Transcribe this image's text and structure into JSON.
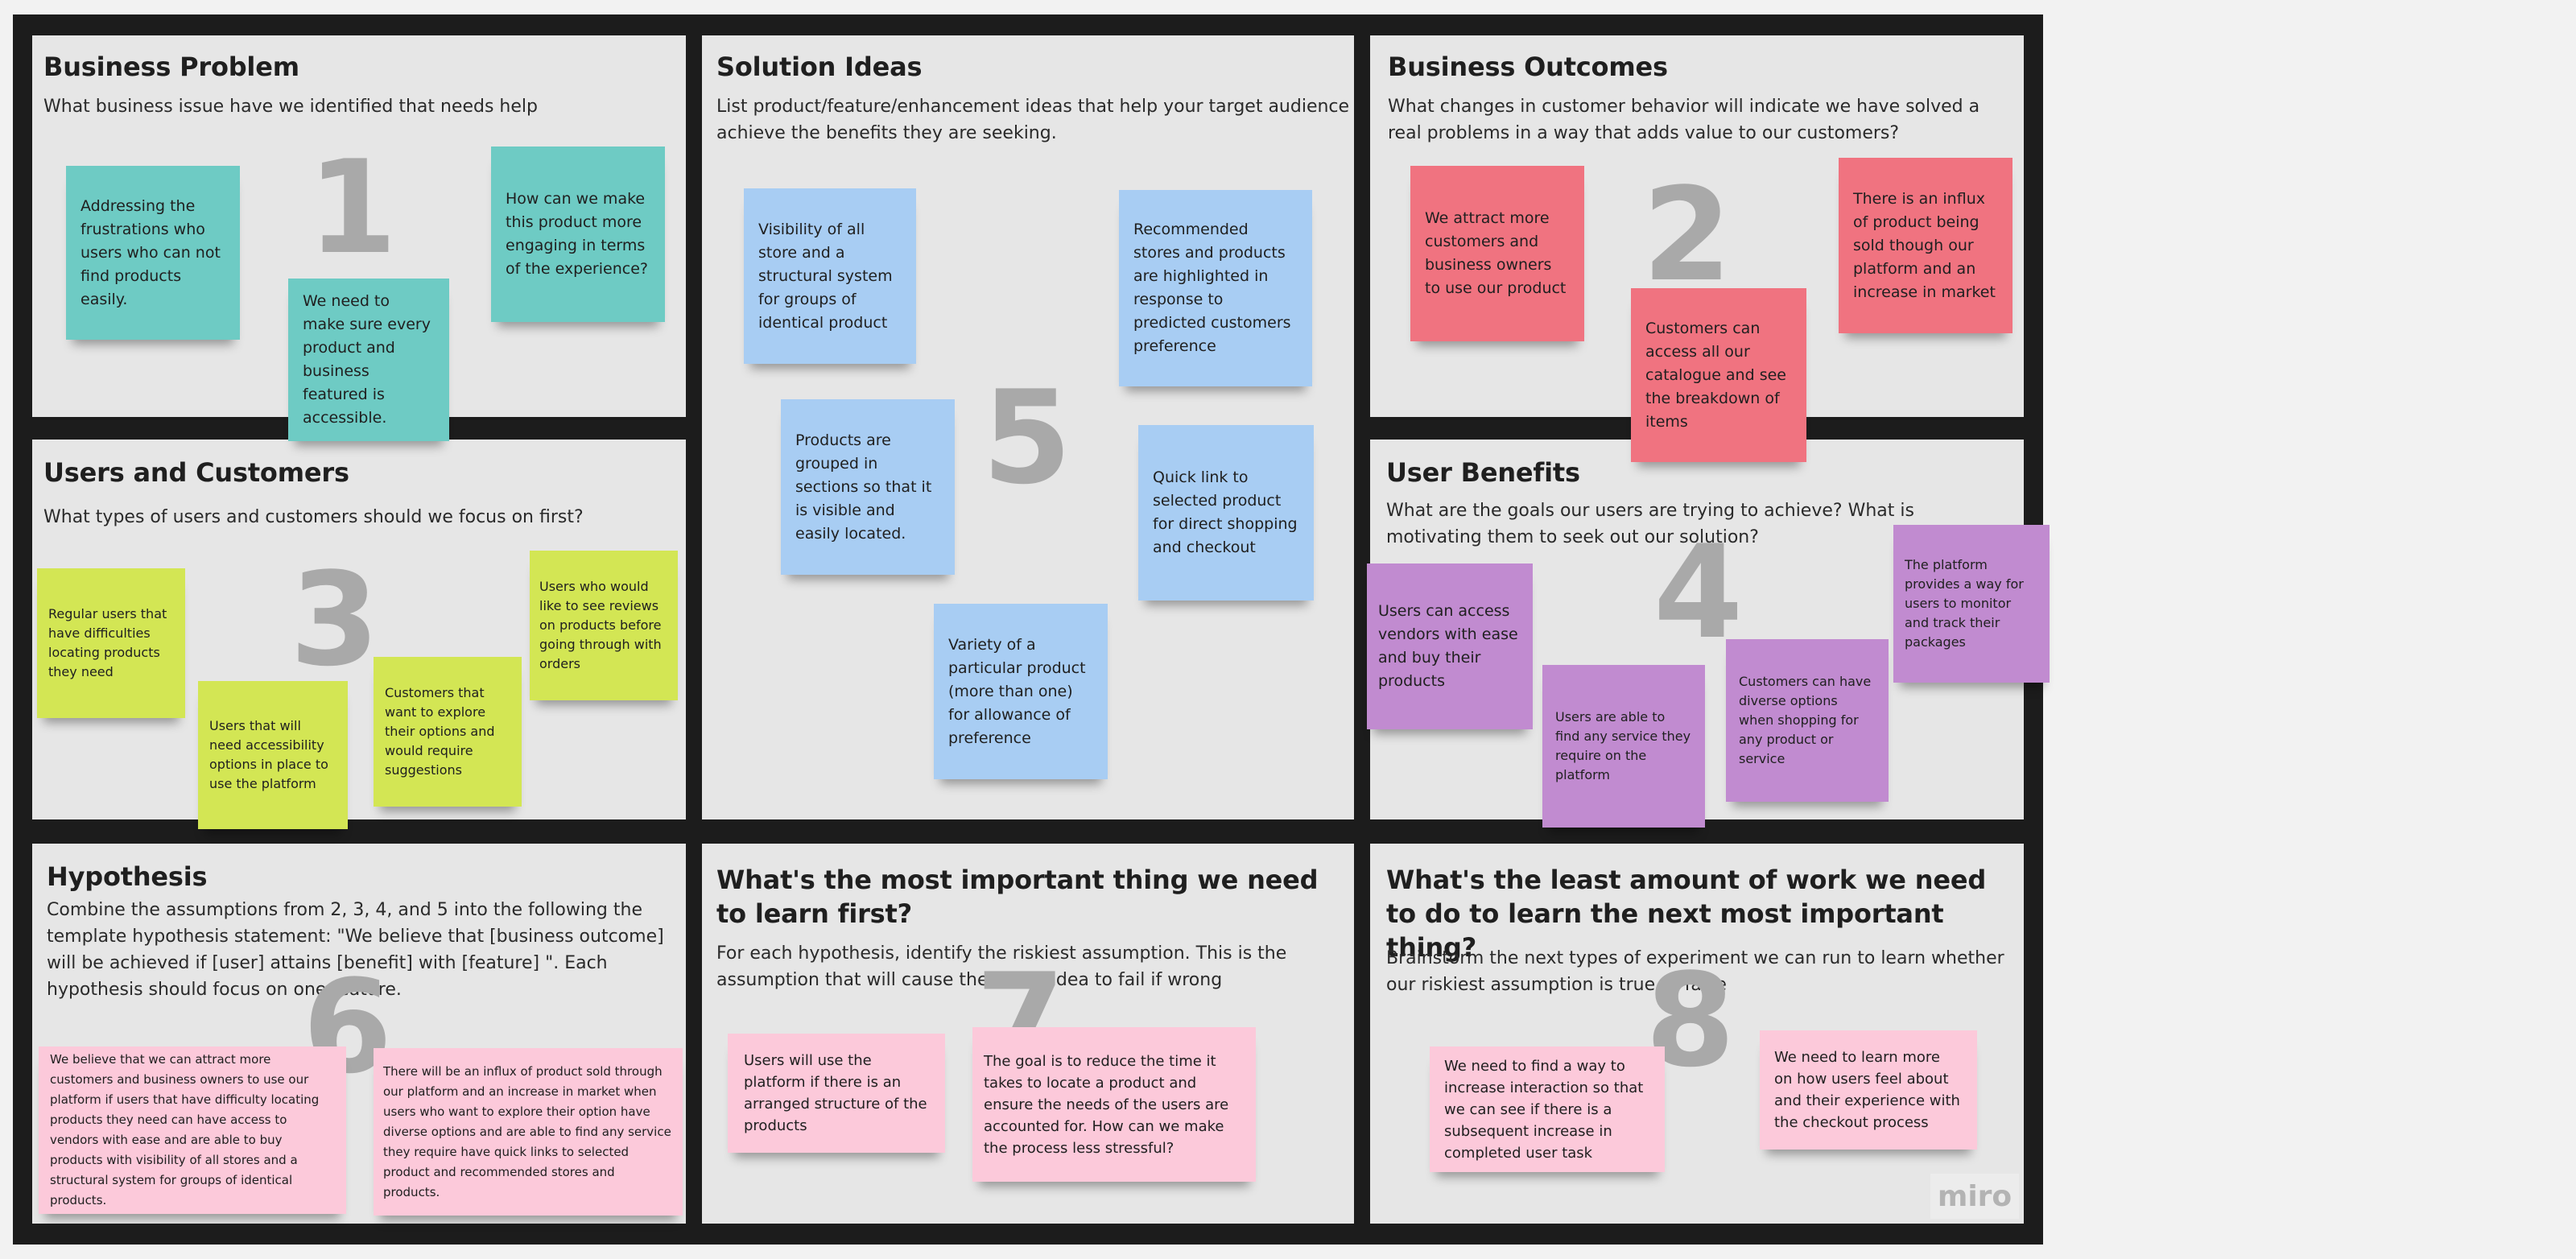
{
  "board": {
    "logo": "miro",
    "panels": {
      "business_problem": {
        "title": "Business Problem",
        "description": "What business issue have we identified that needs help",
        "number": "1",
        "stickies": [
          "Addressing the frustrations who users who can not find products easily.",
          "We need to make sure every product and business featured is accessible.",
          "How can we make this product more engaging in terms of the experience?"
        ]
      },
      "solution_ideas": {
        "title": "Solution Ideas",
        "description": "List product/feature/enhancement ideas that help your target audience achieve the benefits they are seeking.",
        "number": "5",
        "stickies": [
          "Visibility of all store and a structural system for groups of identical product",
          "Recommended stores and products are highlighted in response to predicted customers preference",
          "Products are grouped in sections so that it is visible and easily located.",
          "Quick link to selected product for direct shopping and checkout",
          "Variety of a particular product (more than one) for allowance of preference"
        ]
      },
      "business_outcomes": {
        "title": "Business Outcomes",
        "description": "What changes in customer behavior will indicate we have solved a real problems in a way that adds value to our customers?",
        "number": "2",
        "stickies": [
          "We attract more customers and business owners to use our product",
          "There is an influx of product being sold though our platform and an increase in market",
          "Customers can access all our catalogue and see the breakdown of items"
        ]
      },
      "users_customers": {
        "title": "Users and Customers",
        "description": "What types of users and customers should we focus on first?",
        "number": "3",
        "stickies": [
          "Regular users that have difficulties locating products they need",
          "Users that will need accessibility options in place to use the platform",
          "Customers that want to explore their options and would require suggestions",
          "Users who would like to see reviews on products before going through with orders"
        ]
      },
      "user_benefits": {
        "title": "User Benefits",
        "description": "What are the goals our users are trying to achieve? What is motivating them to seek out our solution?",
        "number": "4",
        "stickies": [
          "Users can access vendors with ease and buy their products",
          "Users are able to find any service they require on the platform",
          "Customers can have diverse options when shopping for any product or service",
          "The platform provides a way for users to monitor and track their packages"
        ]
      },
      "hypothesis": {
        "title": "Hypothesis",
        "description": "Combine the assumptions from 2, 3, 4, and 5 into  the following the template hypothesis statement: \"We believe that [business outcome] will be achieved if [user] attains [benefit] with [feature] \". Each hypothesis should focus on one feature.",
        "number": "6",
        "stickies": [
          "We believe that we can attract more customers and business owners to use our platform if users that have difficulty locating products they need can have access to vendors with ease and are able to buy products with visibility of all stores and a structural system for groups of identical products.",
          "There will be an influx of product sold through our platform and an increase in market when users who want to explore their option have diverse options and are able to find any service they require have quick links to selected product and recommended stores and products."
        ]
      },
      "learn_first": {
        "title": "What's the most important thing we need to learn first?",
        "description": "For each hypothesis, identify the riskiest assumption. This is the assumption that will cause the entire idea to fail if wrong",
        "number": "7",
        "stickies": [
          "Users will use the platform if there is an arranged structure of the products",
          "The goal is to reduce the time it takes to locate a product and ensure the needs of the users are accounted for. How can we make the process less stressful?"
        ]
      },
      "least_work": {
        "title": "What's the least amount of work we need to do to learn the next most important thing?",
        "description": "Brainstorm the next types of experiment we can run to learn whether our riskiest assumption is true or false",
        "number": "8",
        "stickies": [
          "We need to find a way to increase interaction so that we can see if there is a subsequent increase in completed user task",
          "We need to learn more on how users feel about and their experience with the checkout process"
        ]
      }
    }
  },
  "colors": {
    "teal": "#6ecbc4",
    "lime": "#d3e654",
    "blue": "#a8cdf3",
    "red": "#f07380",
    "purple": "#c18bd0",
    "pink": "#fcc9da",
    "board_border": "#1c1c1c",
    "panel_bg": "#e6e6e6"
  }
}
